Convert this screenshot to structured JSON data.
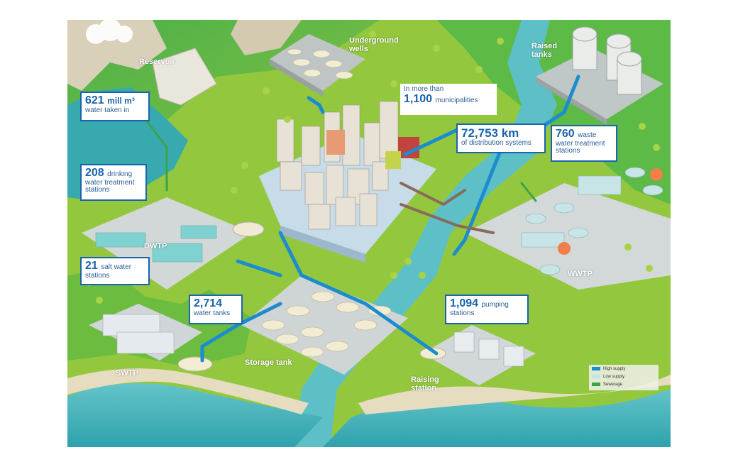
{
  "labels": {
    "reservoir": "Reservoir",
    "underground_wells": [
      "Underground",
      "wells"
    ],
    "raised_tanks": [
      "Raised",
      "tanks"
    ],
    "dwtp": "DWTP",
    "wwtp": "WWTP",
    "swtp": "SWTP",
    "storage_tank": "Storage tank",
    "raising_station": [
      "Raising",
      "station"
    ]
  },
  "callouts": {
    "intake": {
      "value": "621",
      "unit": "mill m³",
      "text": "water taken in"
    },
    "municipalities": {
      "prefix": "In more than",
      "value": "1,100",
      "text": "municipalities"
    },
    "distribution": {
      "value": "72,753 km",
      "text": "of distribution systems"
    },
    "wastewater": {
      "value": "760",
      "text_inline": "waste",
      "text": [
        "water treatment",
        "stations"
      ]
    },
    "drinking": {
      "value": "208",
      "text_inline": "drinking",
      "text": [
        "water treatment",
        "stations"
      ]
    },
    "saltwater": {
      "value": "21",
      "text_inline": "salt water",
      "text": "stations"
    },
    "tanks": {
      "value": "2,714",
      "text": "water tanks"
    },
    "pumping": {
      "value": "1,094",
      "text_inline": "pumping",
      "text": "stations"
    }
  },
  "legend": [
    {
      "label": "High supply",
      "color": "#1b8ccf"
    },
    {
      "label": "Low supply",
      "color": "#bfe3f0"
    },
    {
      "label": "Sewerage",
      "color": "#3aa34a"
    }
  ],
  "colors": {
    "grass": "#8cc63f",
    "water": "#4fb8c2",
    "pipe_high": "#1b8ccf",
    "pipe_sewer": "#8a6a5a",
    "box_border": "#1a63ad"
  }
}
